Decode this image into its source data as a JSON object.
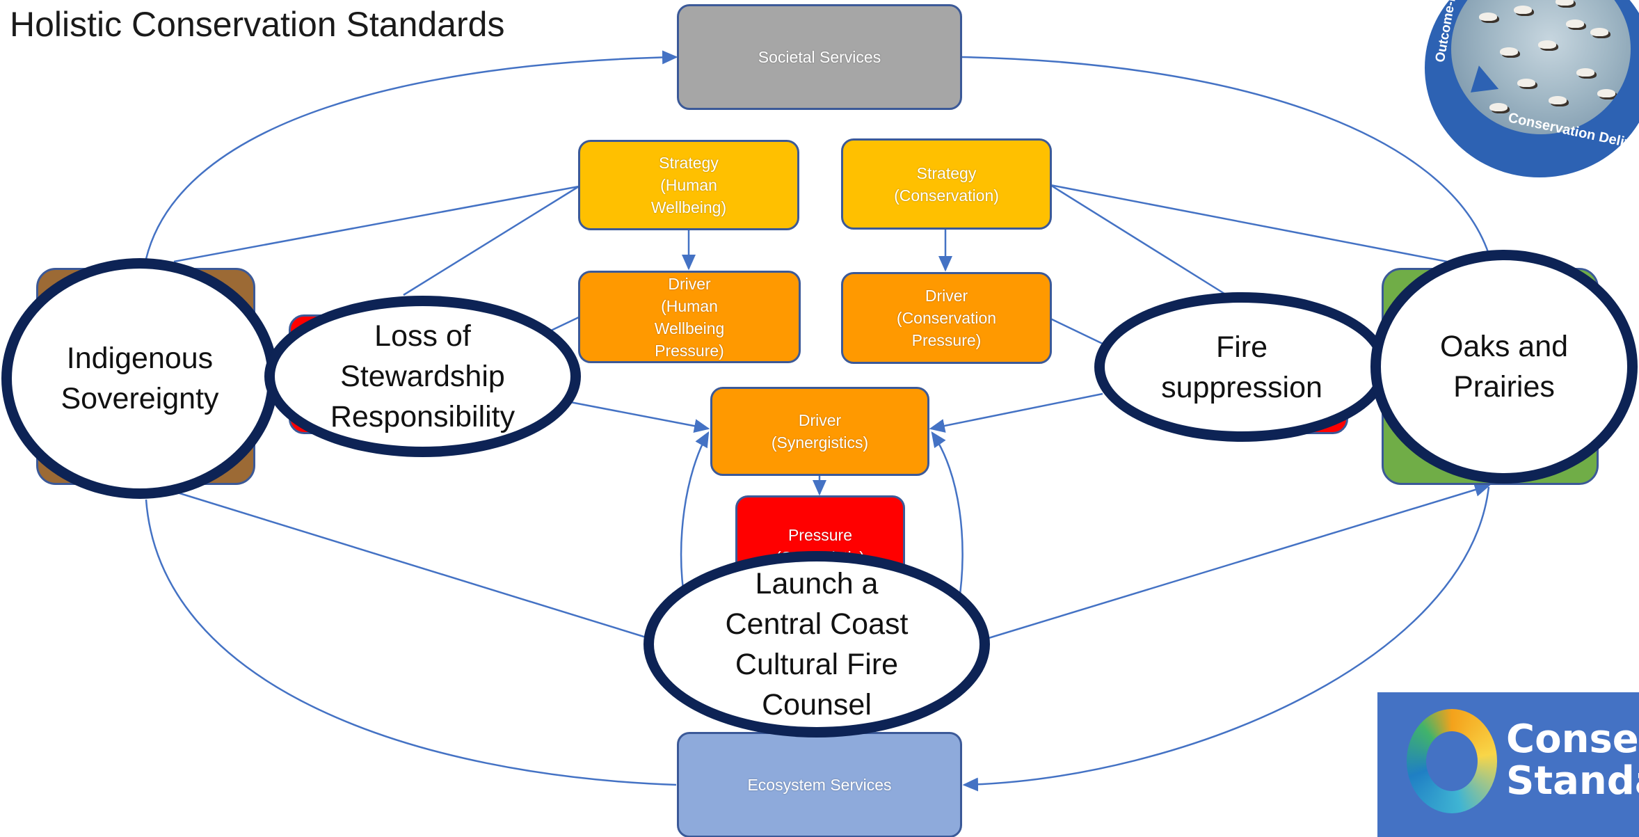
{
  "slide": {
    "title": "Holistic Conservation Standards"
  },
  "nodes": {
    "societal_services": "Societal Services",
    "strategy_human": "Strategy\n(Human\nWellbeing)",
    "strategy_conservation": "Strategy\n(Conservation)",
    "driver_human": "Driver\n(Human\nWellbeing\nPressure)",
    "driver_conservation": "Driver\n(Conservation\nPressure)",
    "driver_synergistics": "Driver\n(Synergistics)",
    "pressure_synergistic": "Pressure\n(Synergistic)",
    "ecosystem_services": "Ecosystem Services"
  },
  "callouts": {
    "indigenous": "Indigenous\nSovereignty",
    "stewardship": "Loss of\nStewardship\nResponsibility",
    "fire": "Fire\nsuppression",
    "oaks": "Oaks and\nPrairies",
    "launch": "Launch a\nCentral Coast\nCultural Fire\nCounsel"
  },
  "logos": {
    "badge_left_text": "Outcome-based",
    "badge_bottom_text": "Conservation Delive",
    "conservation_standards_text": "Conserv\nStandar"
  },
  "colors": {
    "connector": "#4472c4",
    "oval_border": "#0d2355",
    "gray_box": "#a6a6a6",
    "yellow_box": "#ffc000",
    "orange_box": "#ff9900",
    "red_box": "#ff0000",
    "light_blue_box": "#8eaadb",
    "brown_box": "#9c6a35",
    "green_box": "#70ad47"
  }
}
